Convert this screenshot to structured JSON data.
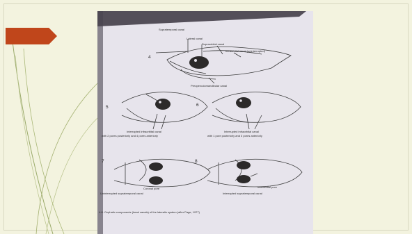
{
  "photo": {
    "labels": {
      "supratemporal_canal": "Supratemporal canal",
      "lateral_canal": "Lateral canal",
      "supraorbital_canal": "Supraorbital canal",
      "infraorbital_canal": "Infraorbital canal (uninterrupted)",
      "preoperculomandibular_canal": "Preoperculomandibular canal",
      "interrupted_infraorbital_1": "Interrupted infraorbital canal",
      "interrupted_infraorbital_1_detail": "with 2 pores posteriorly and 4 pores anteriorly",
      "interrupted_infraorbital_2": "Interrupted infraorbital canal",
      "interrupted_infraorbital_2_detail": "with 1 pore posteriorly and 3 pores anteriorly",
      "coronal_pore": "Coronal pore",
      "uninterrupted_supratemporal": "Uninterrupted supratemporal canal",
      "interorbital_pore": "Interorbital pore",
      "interrupted_supratemporal": "Interrupted supratemporal canal",
      "caption": "4-8. Cephalic components (head canals) of the lateralis system (after Page, 1977)"
    },
    "figure_numbers": {
      "fig4": "4",
      "fig5": "5",
      "fig6": "6",
      "fig7": "7",
      "fig8": "8"
    }
  },
  "colors": {
    "slide_background": "#f3f3df",
    "accent": "#c0461b",
    "decorative_lines": "#9aaa6a",
    "photo_paper": "#e7e4ec"
  }
}
